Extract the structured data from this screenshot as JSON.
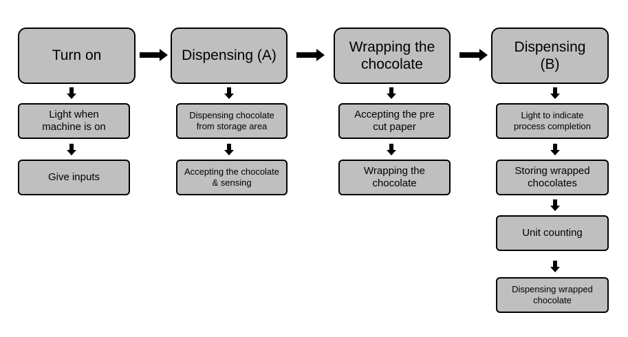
{
  "stages": [
    {
      "title": "Turn on",
      "steps": [
        "Light when machine is on",
        "Give inputs"
      ]
    },
    {
      "title": "Dispensing (A)",
      "steps": [
        "Dispensing chocolate from storage area",
        "Accepting the chocolate & sensing"
      ]
    },
    {
      "title": "Wrapping the chocolate",
      "steps": [
        "Accepting the pre cut paper",
        "Wrapping the chocolate"
      ]
    },
    {
      "title": "Dispensing (B)",
      "steps": [
        "Light to indicate process completion",
        "Storing wrapped chocolates",
        "Unit counting",
        "Dispensing wrapped chocolate"
      ]
    }
  ],
  "colors": {
    "box_fill": "#bfbfbf",
    "border": "#000000",
    "arrow": "#000000"
  }
}
